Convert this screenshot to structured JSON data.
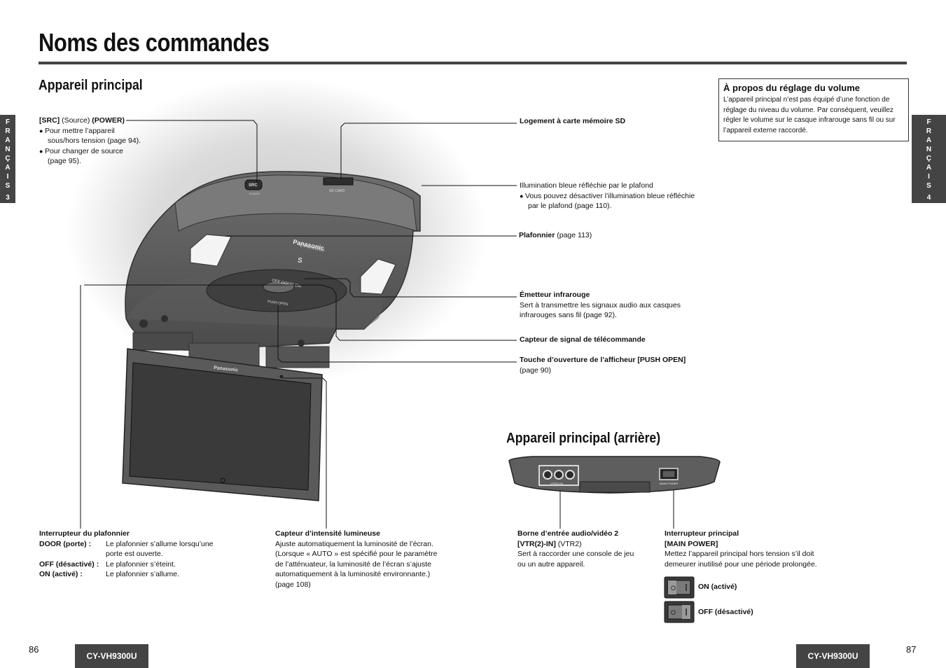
{
  "page": {
    "title": "Noms des commandes",
    "section_main": "Appareil principal",
    "section_rear": "Appareil principal (arrière)",
    "side_tab_letters": [
      "F",
      "R",
      "A",
      "N",
      "Ç",
      "A",
      "I",
      "S"
    ],
    "side_tab_left_num": "3",
    "side_tab_right_num": "4",
    "page_left": "86",
    "page_right": "87",
    "model_left": "CY-VH9300U",
    "model_right": "CY-VH9300U"
  },
  "note": {
    "title": "À propos du réglage du volume",
    "body": "L’appareil principal n’est pas équipé d’une fonction de réglage du niveau du volume. Par conséquent, veuillez régler le volume sur le casque infrarouge sans fil ou sur l’appareil externe raccordé."
  },
  "labels": {
    "src": {
      "key": "[SRC]",
      "mid": " (Source) ",
      "key2": "(POWER)",
      "b1": "Pour mettre l’appareil",
      "b1b": "sous/hors tension (page 94).",
      "b2": "Pour changer de source",
      "b2b": "(page 95)."
    },
    "sd": "Logement à carte mémoire SD",
    "illum": {
      "title": "Illumination bleue réfléchie par le plafond",
      "b1": "Vous pouvez désactiver l’illumination bleue réfléchie",
      "b1b": "par le plafond (page 110)."
    },
    "dome": {
      "key": "Plafonnier",
      "rest": " (page 113)"
    },
    "ir": {
      "title": "Émetteur infrarouge",
      "l1": "Sert à transmettre les signaux audio aux casques",
      "l2": "infrarouges sans fil (page 92)."
    },
    "remote": "Capteur de signal de télécommande",
    "push": {
      "title": "Touche d’ouverture de l’afficheur [PUSH OPEN]",
      "l1": "(page 90)"
    },
    "dome_switch": {
      "title": "Interrupteur du plafonnier",
      "rows": [
        {
          "k": "DOOR (porte) :",
          "v": "Le plafonnier s’allume lorsqu’une"
        },
        {
          "k": "",
          "v": "porte est ouverte."
        },
        {
          "k": "OFF (désactivé) :",
          "v": "Le plafonnier s’éteint."
        },
        {
          "k": "ON (activé) :",
          "v": "Le plafonnier s’allume."
        }
      ]
    },
    "light_sensor": {
      "title": "Capteur d’intensité lumineuse",
      "l1": "Ajuste automatiquement la luminosité de l’écran.",
      "l2": "(Lorsque « AUTO » est spécifié pour le paramètre",
      "l3": "de l’atténuateur, la luminosité de l’écran s’ajuste",
      "l4": "automatiquement à la luminosité environnante.)",
      "l5": "(page 108)"
    },
    "av_in": {
      "title": "Borne d’entrée audio/vidéo 2",
      "key": "[VTR(2)-IN]",
      "rest": " (VTR2)",
      "l1": "Sert à raccorder une console de jeu",
      "l2": "ou un autre appareil."
    },
    "main_power": {
      "title": "Interrupteur principal",
      "key": "[MAIN POWER]",
      "l1": "Mettez l’appareil principal hors tension s’il doit",
      "l2": "demeurer inutilisé pour une période prolongée.",
      "on": "ON (activé)",
      "off": "OFF (désactivé)"
    }
  },
  "device_text": {
    "brand": "Panasonic",
    "model": "CY-VH9300U",
    "src_btn": "SRC",
    "src_sub": "POWER",
    "sd_card": "SD CARD",
    "door": "OFF  DOOR  ON",
    "push_open": "PUSH OPEN",
    "sd_logo": "S",
    "vtr_in": "VTR(2)-IN",
    "main_power": "MAIN POWER"
  },
  "colors": {
    "tab": "#444444",
    "device": "#5a5a5a",
    "glow": "#bdbdbd"
  }
}
